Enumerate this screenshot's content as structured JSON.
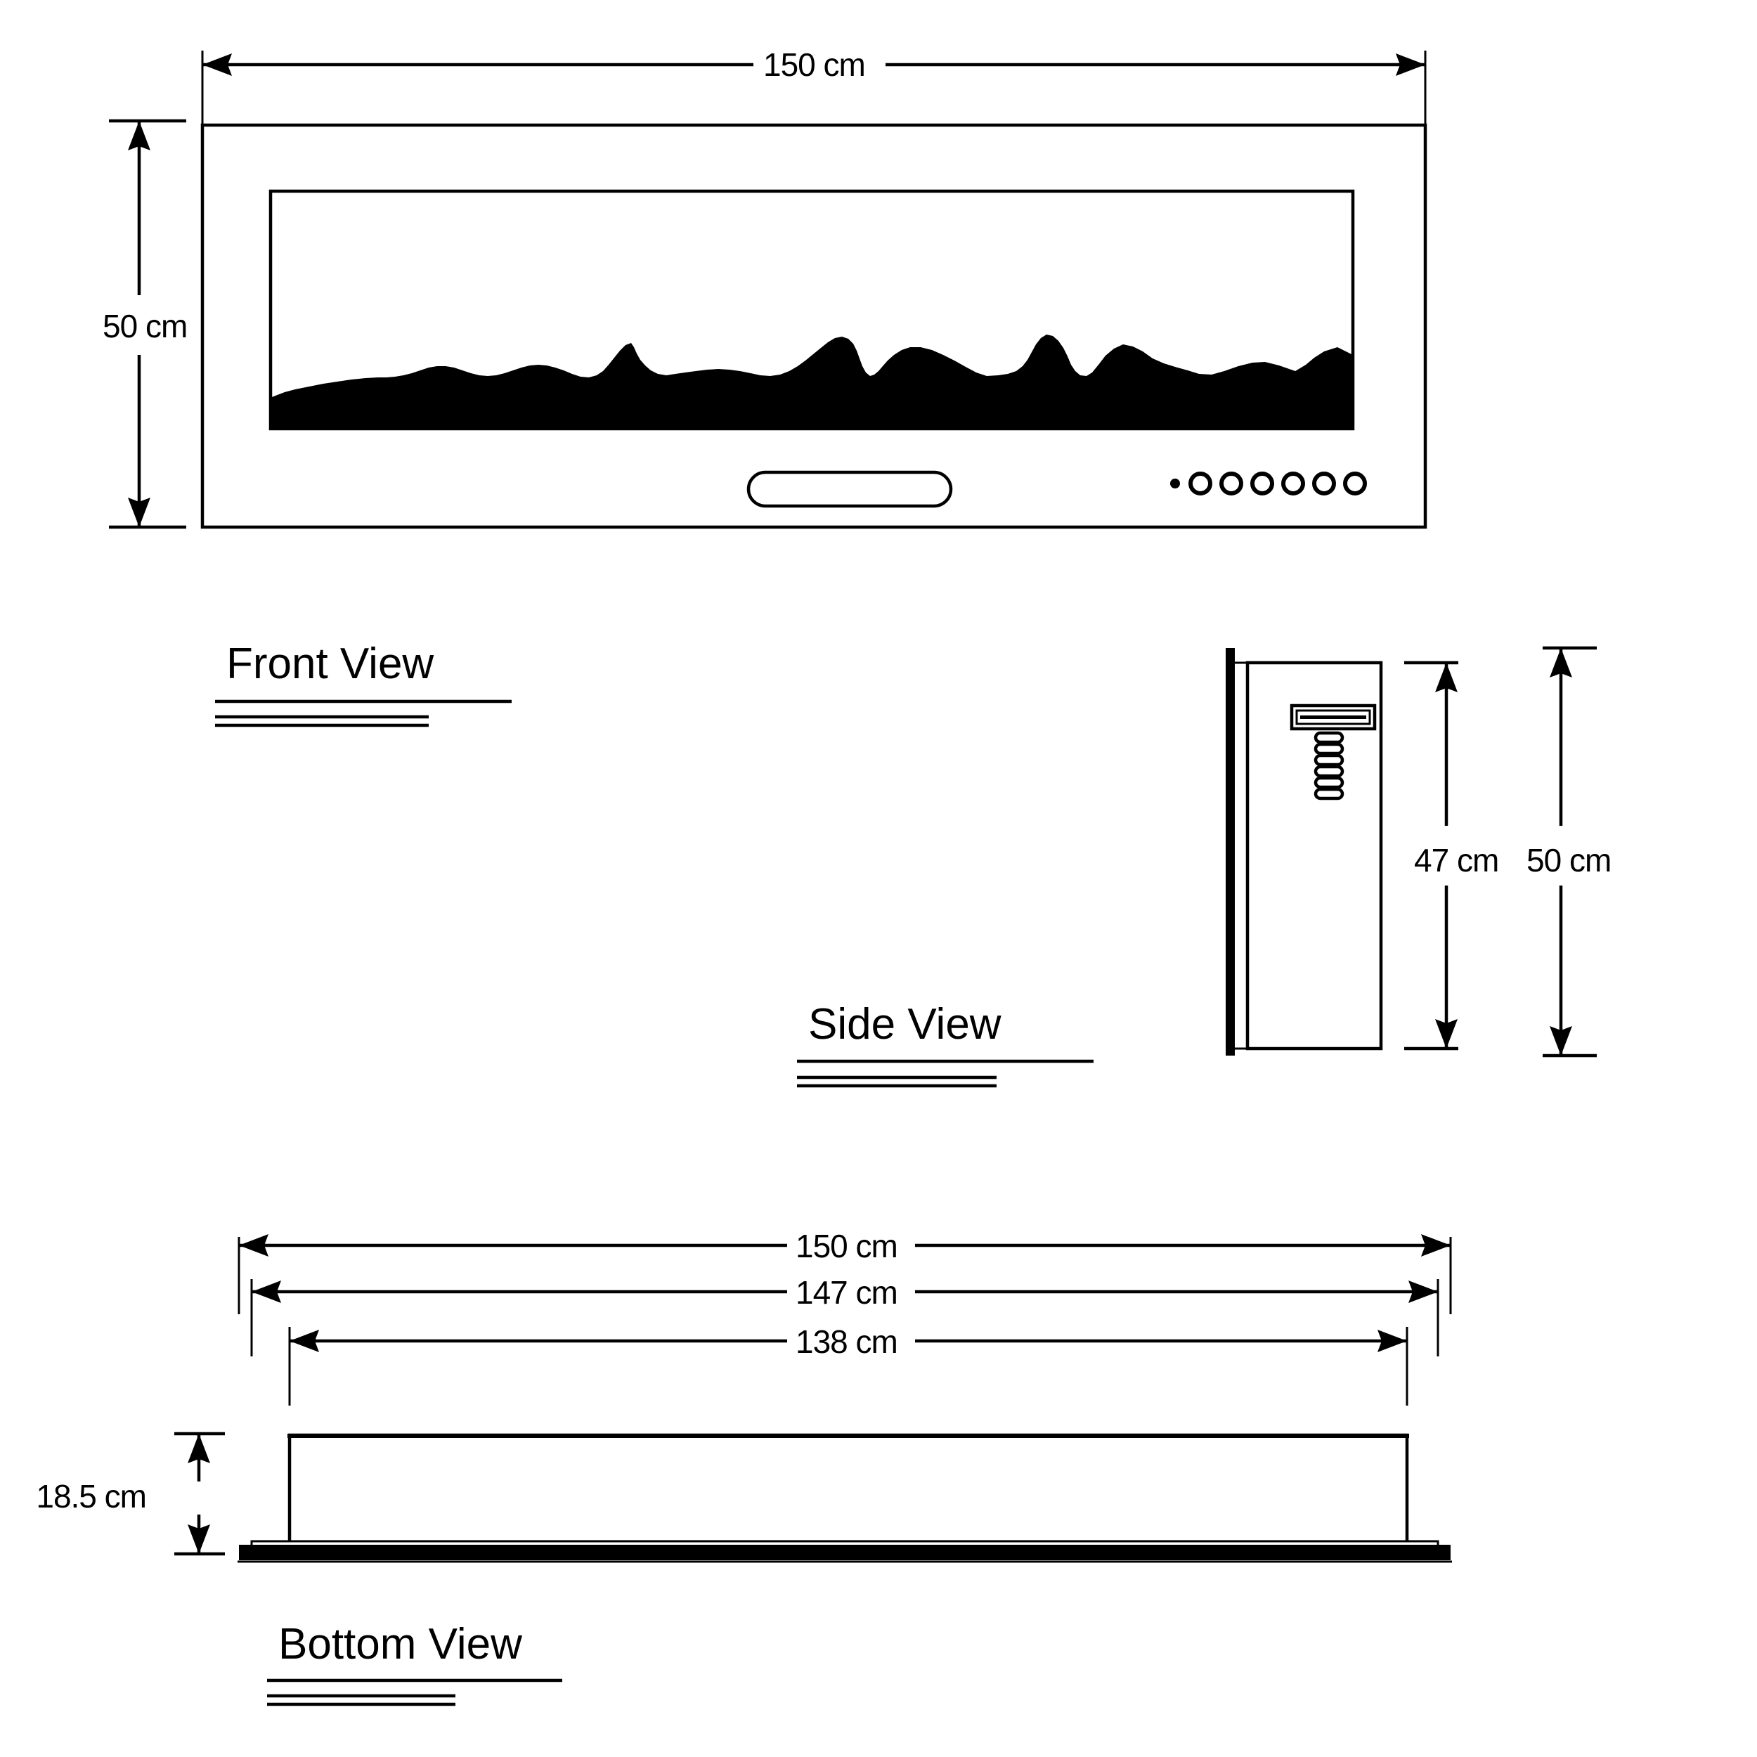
{
  "document": {
    "type": "technical-drawing",
    "subject": "wall-mounted electric fireplace",
    "units": "cm",
    "background_color": "#ffffff",
    "line_color": "#000000"
  },
  "front_view": {
    "title": "Front  View",
    "dimensions": {
      "width": "150 cm",
      "height": "50 cm"
    },
    "features": {
      "outer_frame": "fireplace-outer-casing",
      "glass_panel": "glass-viewing-panel",
      "ember_bed": "log-ember-silhouette",
      "control_panel": "rounded-control-bar",
      "led_count": 6,
      "led_small_count": 1
    }
  },
  "side_view": {
    "title": "Side  View",
    "dimensions": {
      "body_height": "47 cm",
      "overall_height": "50 cm"
    },
    "features": {
      "wall_bracket": "wall-mount-bracket",
      "vent": "air-outlet-vent",
      "coil": "heating-coil-element",
      "coil_count": 6
    }
  },
  "bottom_view": {
    "title": "Bottom View",
    "dimensions": {
      "overall_width": "150 cm",
      "mid_width": "147 cm",
      "inner_width": "138 cm",
      "depth": "18.5 cm"
    },
    "features": {
      "body_outline": "bottom-body-outline",
      "base_plate": "bottom-base-plate"
    }
  }
}
